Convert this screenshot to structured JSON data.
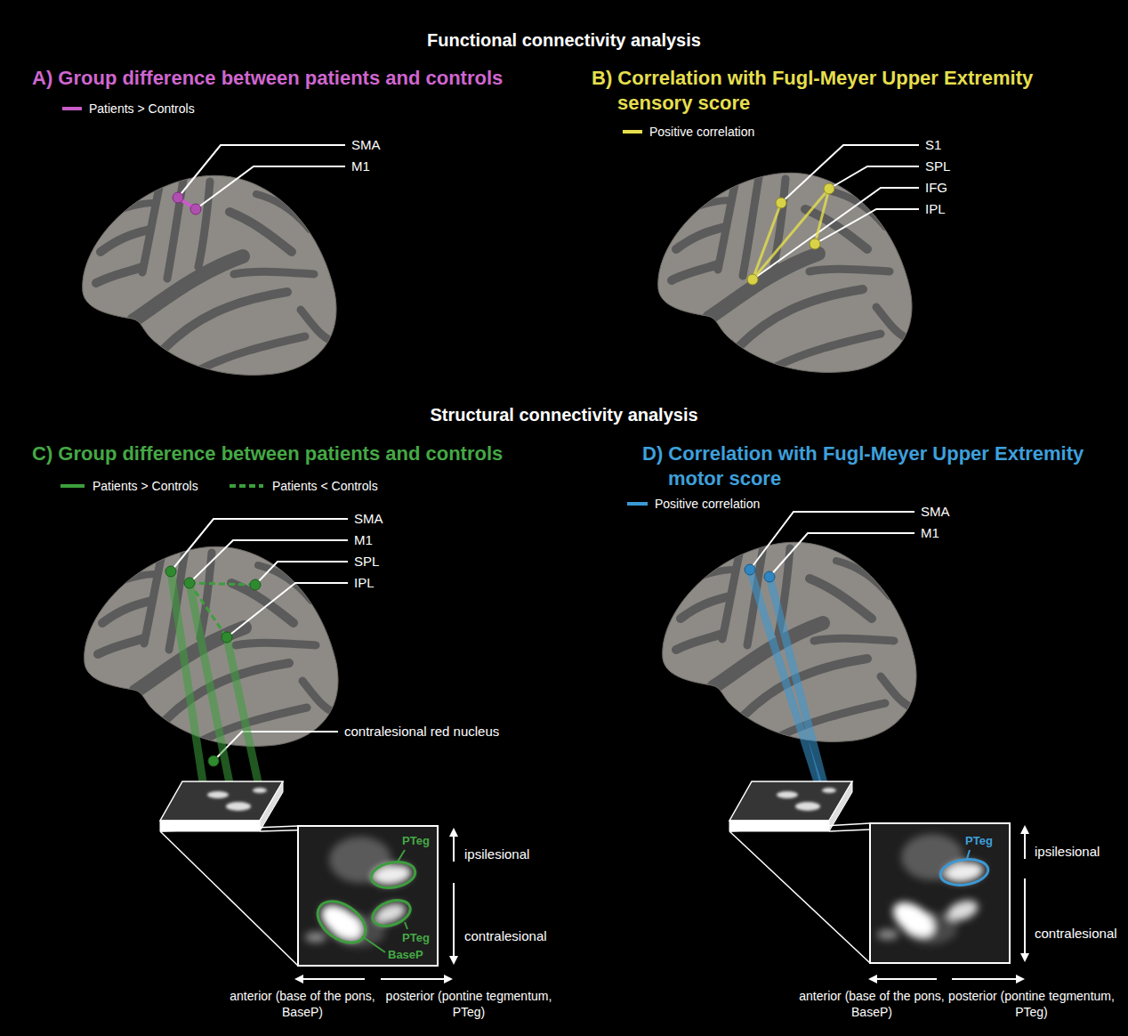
{
  "diagram": {
    "labels": [
      "Functional connectivity analysis",
      "A) Group difference between patients and controls",
      "SMA",
      "M1",
      "B) Correlation with Fugl-Meyer Upper Extremity sensory score",
      "S1",
      "SPL",
      "IFG",
      "IPL",
      "Structural connectivity analysis",
      "C) Group difference between patients and controls",
      "SMA",
      "M1",
      "SPL",
      "IPL",
      "contralesional red nucleus",
      "PTeg",
      "ipsilesional",
      "PTeg",
      "contralesional",
      "BaseP",
      "anterior (base of the pons, BaseP)",
      "posterior (pontine tegmentum, PTeg)",
      "D) Correlation with Fugl-Meyer Upper Extremity motor score",
      "SMA",
      "M1",
      "PTeg",
      "ipsilesional",
      "contralesional",
      "anterior (base of the pons, BaseP)",
      "posterior (pontine tegmentum, PTeg)"
    ],
    "legend": [
      {
        "text": "Patients > Controls"
      },
      {
        "text": "Positive correlation"
      },
      {
        "text": "Patients > Controls"
      },
      {
        "text": "Patients < Controls"
      },
      {
        "text": "Positive correlation"
      }
    ]
  }
}
